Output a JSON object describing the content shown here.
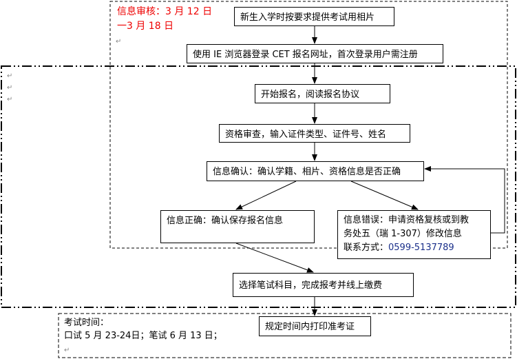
{
  "review_note": {
    "line1": "信息审核：3 月 12 日",
    "line2": "一3 月 18 日"
  },
  "paragraph_mark": "↵",
  "steps": {
    "s1": "新生入学时按要求提供考试用相片",
    "s2": "使用 IE 浏览器登录 CET 报名网址，首次登录用户需注册",
    "s3": "开始报名，阅读报名协议",
    "s4": "资格审查，输入证件类型、证件号、姓名",
    "s5": "信息确认：确认学籍、相片、资格信息是否正确",
    "s6": "信息正确：确认保存报名信息",
    "s7_line1": "信息错误：申请资格复核或到教",
    "s7_line2": "务处五（瑞 1-307）修改信息",
    "s7_line3_label": "联系方式：",
    "s7_phone": "0599-5137789",
    "s8": "选择笔试科目，完成报考并线上缴费",
    "s9": "规定时间内打印准考证"
  },
  "exam_time": {
    "label": "考试时间：",
    "detail": "口试 5 月 23-24日；笔试 6 月 13 日；"
  }
}
